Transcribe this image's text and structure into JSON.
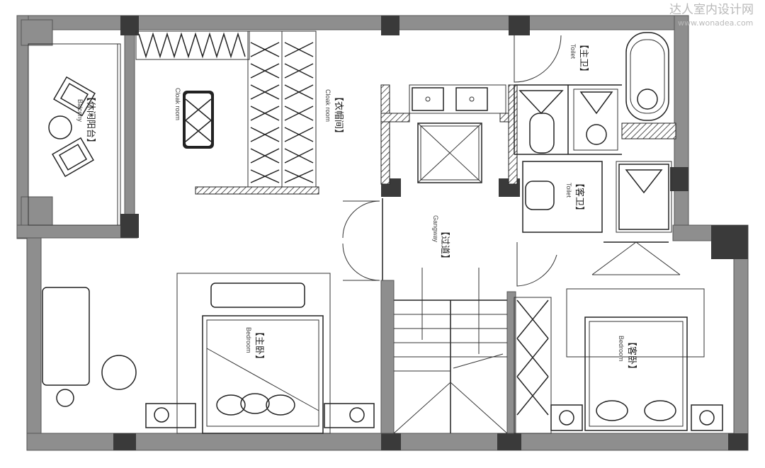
{
  "watermark": {
    "title": "达人室内设计网",
    "url": "www.wonadea.com"
  },
  "rooms": {
    "balcony": {
      "cn": "【休闲阳台】",
      "en": "Balcony"
    },
    "cloakroom": {
      "cn": "【衣帽间】",
      "en": "Cloak room"
    },
    "cloakroom_small": {
      "en": "Cloak room"
    },
    "master_toilet": {
      "cn": "【主卫】",
      "en": "Toilet"
    },
    "guest_toilet": {
      "cn": "【客卫】",
      "en": "Toilet"
    },
    "gangway": {
      "cn": "【过道】",
      "en": "Gangway"
    },
    "master_bedroom": {
      "cn": "【主卧】",
      "en": "Bedroom"
    },
    "guest_bedroom": {
      "cn": "【客卧】",
      "en": "Bedroom"
    }
  },
  "colors": {
    "wall": "#8e8e8e",
    "column": "#3a3a3a",
    "line": "#222222",
    "background": "#ffffff"
  }
}
